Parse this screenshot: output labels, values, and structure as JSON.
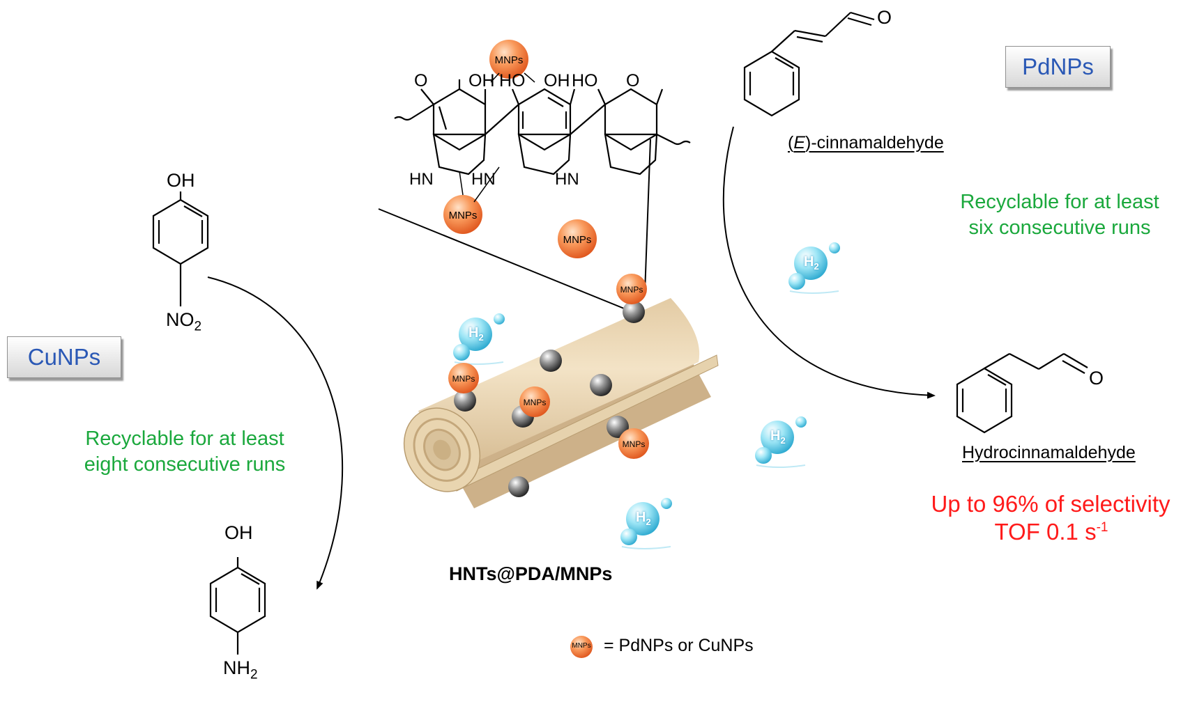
{
  "badges": {
    "pd": "PdNPs",
    "cu": "CuNPs"
  },
  "recyclable": {
    "pd": "Recyclable for at least\nsix consecutive runs",
    "cu": "Recyclable for at least\neight consecutive runs"
  },
  "reactions": {
    "pd": {
      "substrate_label": "(E)-cinnamaldehyde",
      "substrate_label_italic": "E",
      "product_label": "Hydrocinnamaldehyde"
    },
    "cu": {}
  },
  "results": {
    "selectivity": "Up to 96% of selectivity",
    "tof": "TOF 0.1 s",
    "tof_exp": "-1"
  },
  "catalyst_name": "HNTs@PDA/MNPs",
  "legend": {
    "marker": "MNPs",
    "text": "= PdNPs or CuNPs"
  },
  "atoms": {
    "oh": "OH",
    "ho": "HO",
    "o": "O",
    "nh": "HN",
    "no2": "NO",
    "no2_sub": "2",
    "nh2": "NH",
    "nh2_sub": "2"
  },
  "h2_label": "H",
  "h2_sub": "2",
  "colors": {
    "green": "#1aa83c",
    "red": "#ff1a1a",
    "badge_text": "#2a58b5",
    "np_orange": "#f78a4a",
    "tube": "#ecd9b7"
  }
}
